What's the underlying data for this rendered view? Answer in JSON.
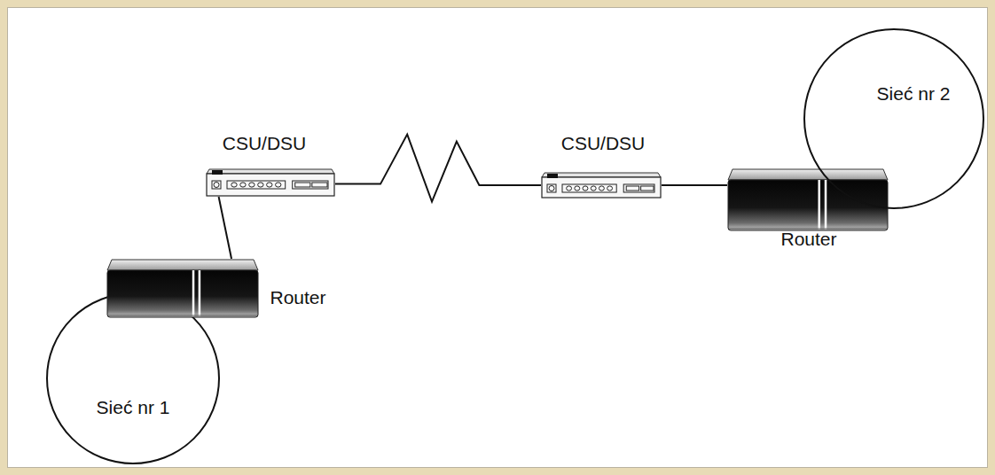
{
  "diagram": {
    "nodes": [
      {
        "text": [
          "Sieć nr 1"
        ]
      },
      {
        "text": [
          "Router"
        ]
      },
      {
        "text": [
          "CSU/DSU"
        ]
      },
      {
        "text": [
          "CSU/DSU"
        ]
      },
      {
        "text": [
          "Router"
        ]
      },
      {
        "text": [
          "Sieć nr 2"
        ]
      }
    ],
    "edges": [
      {
        "from": 1,
        "to": 2,
        "arrow": "none"
      },
      {
        "from": 2,
        "to": 3,
        "arrow": "none"
      },
      {
        "from": 3,
        "to": 4,
        "arrow": "none"
      }
    ]
  }
}
